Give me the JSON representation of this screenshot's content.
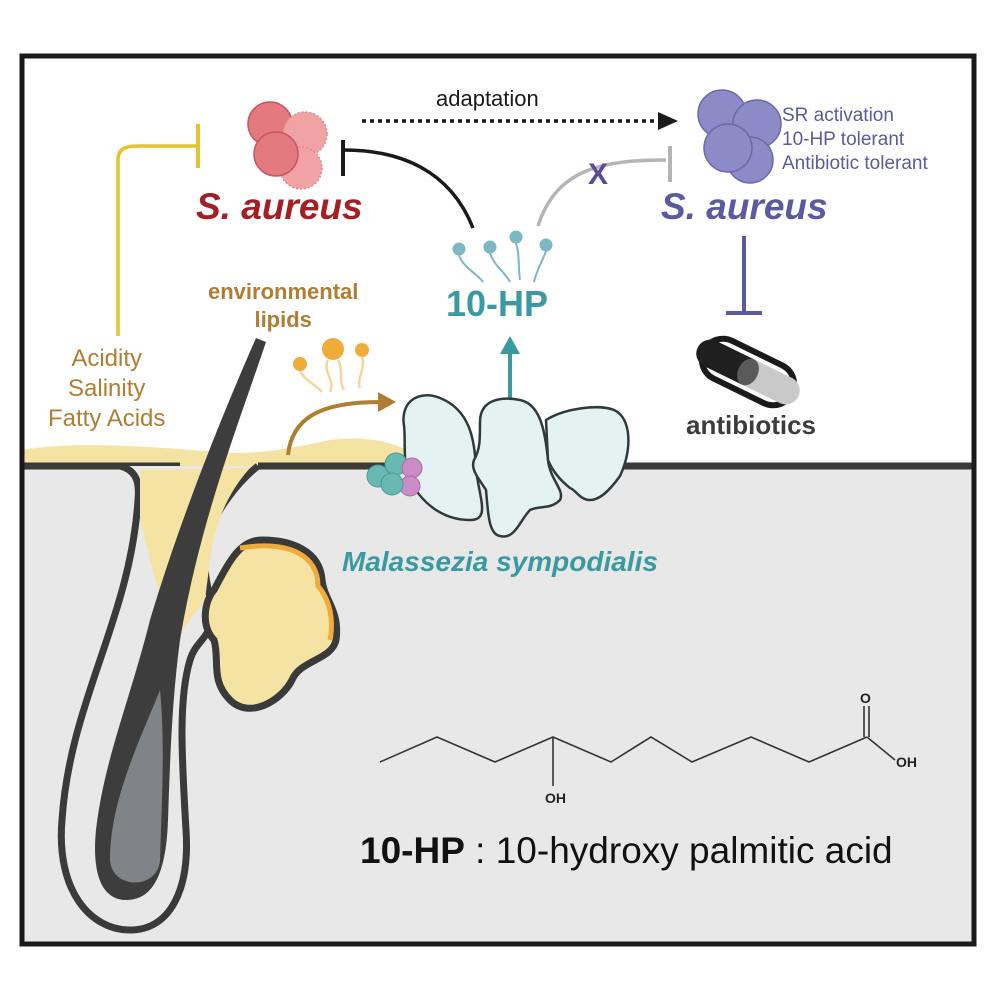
{
  "figure": {
    "type": "graphical-abstract",
    "colors": {
      "sa_sensitive": "#a41f24",
      "sa_tolerant": "#5b5aa0",
      "hp_teal": "#3a9aa2",
      "lipid_brown": "#b07d32",
      "sebum_yellow": "#f4e3a3",
      "inhibit_yellow": "#e6c22b",
      "skin_gray": "#e8e8e8"
    }
  },
  "top": {
    "adaptation_label": "adaptation",
    "sa_sensitive_label": "S. aureus",
    "sa_tolerant_label": "S. aureus",
    "tolerant_traits": [
      "SR activation",
      "10-HP tolerant",
      "Antibiotic tolerant"
    ],
    "blocked_mark": "X",
    "hp_label": "10-HP",
    "antibiotics_label": "antibiotics"
  },
  "left": {
    "env_lipids": [
      "environmental",
      "lipids"
    ],
    "stressors": [
      "Acidity",
      "Salinity",
      "Fatty Acids"
    ]
  },
  "skin": {
    "organism_label": "Malassezia sympodialis"
  },
  "chemistry": {
    "atom_labels": {
      "carbonyl_o": "O",
      "acid_oh": "OH",
      "hydroxyl_oh": "OH"
    },
    "caption_abbrev": "10-HP",
    "caption_sep": " : ",
    "caption_name": "10-hydroxy palmitic acid"
  }
}
